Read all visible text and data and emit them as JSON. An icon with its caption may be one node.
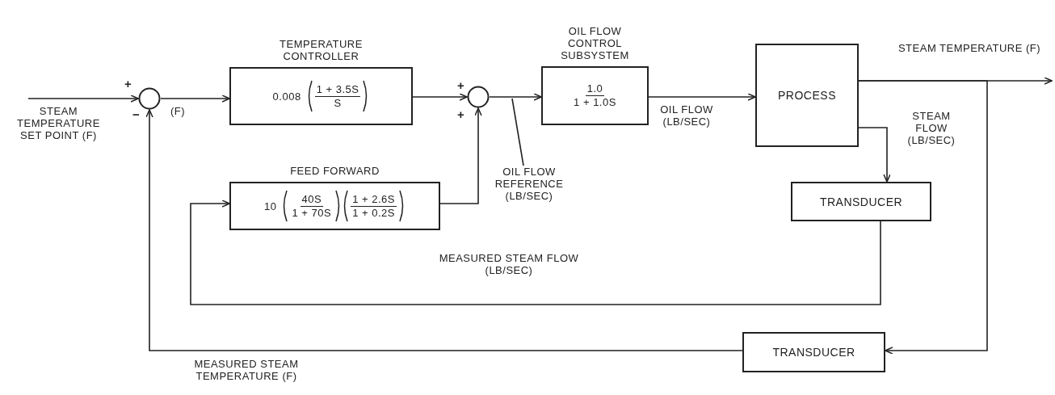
{
  "diagram": {
    "nodes": [
      {
        "text": [],
        "shape": "circle"
      },
      {
        "text": [
          "TEMPERATURE CONTROLLER",
          "0.008",
          "1 + 3.5S",
          "S"
        ]
      },
      {
        "text": [],
        "shape": "circle"
      },
      {
        "text": [
          "OIL FLOW CONTROL SUBSYSTEM",
          "1.0",
          "1 + 1.0S"
        ]
      },
      {
        "text": [
          "PROCESS"
        ]
      },
      {
        "text": [
          "FEED FORWARD",
          "10",
          "40S",
          "1 + 70S",
          "1 + 2.6S",
          "1 + 0.2S"
        ]
      },
      {
        "text": [
          "TRANSDUCER"
        ]
      },
      {
        "text": [
          "TRANSDUCER"
        ]
      },
      {
        "text": [
          "OIL FLOW REFERENCE (LB/SEC)"
        ]
      }
    ],
    "edges": [
      {
        "from": null,
        "to": 0,
        "arrow": "to",
        "label": "STEAM TEMPERATURE SET POINT (F)"
      },
      {
        "from": 0,
        "to": 1,
        "arrow": "to",
        "label": "(F)"
      },
      {
        "from": 1,
        "to": 2,
        "arrow": "to"
      },
      {
        "from": 2,
        "to": 3,
        "arrow": "to"
      },
      {
        "from": 3,
        "to": 4,
        "arrow": "to",
        "label": "OIL FLOW (LB/SEC)"
      },
      {
        "from": 4,
        "to": null,
        "arrow": "to",
        "label": "STEAM TEMPERATURE (F)"
      },
      {
        "from": 4,
        "to": 6,
        "arrow": "to",
        "label": "STEAM FLOW (LB/SEC)"
      },
      {
        "from": 6,
        "to": 5,
        "arrow": "to",
        "label": "MEASURED STEAM FLOW (LB/SEC)"
      },
      {
        "from": 5,
        "to": 2,
        "arrow": "to"
      },
      {
        "from": 4,
        "to": 7,
        "arrow": "to"
      },
      {
        "from": 7,
        "to": 0,
        "arrow": "to",
        "label": "MEASURED STEAM TEMPERATURE (F)"
      },
      {
        "from": 8,
        "to": null,
        "arrow": "none"
      }
    ],
    "labels": [
      "+",
      "−",
      "+",
      "+"
    ]
  }
}
